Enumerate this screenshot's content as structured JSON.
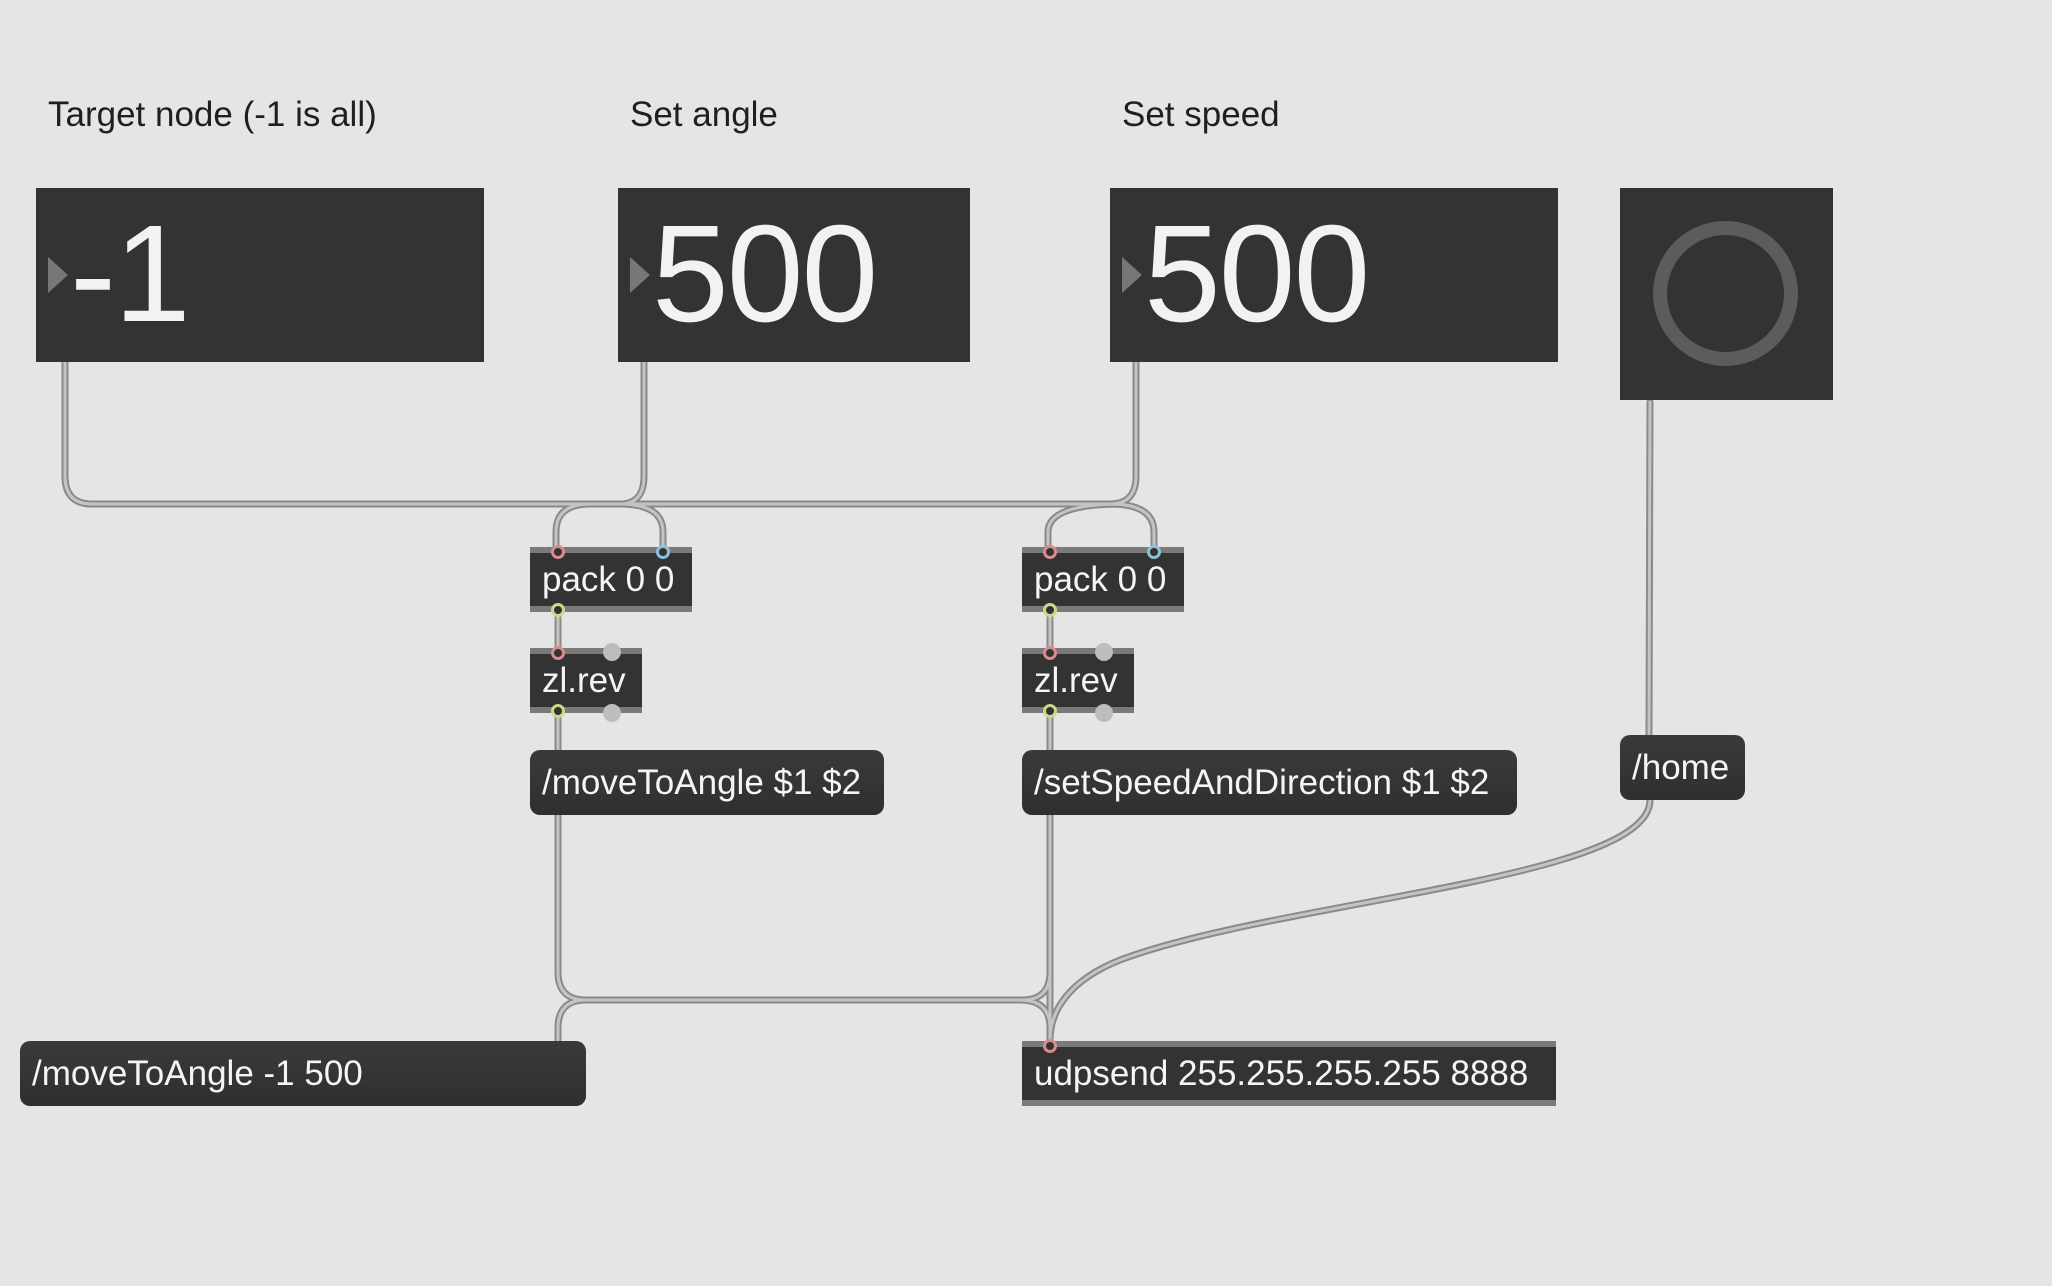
{
  "patcher": {
    "comments": {
      "target_node": "Target node (-1 is all)",
      "set_angle": "Set angle",
      "set_speed": "Set speed"
    },
    "number_boxes": {
      "target": "-1",
      "angle": "500",
      "speed": "500"
    },
    "objects": {
      "pack_angle": "pack 0 0",
      "pack_speed": "pack 0 0",
      "zlrev_angle": "zl.rev",
      "zlrev_speed": "zl.rev",
      "udpsend": "udpsend 255.255.255.255 8888"
    },
    "messages": {
      "move_to_angle": "/moveToAngle $1 $2",
      "set_speed_direction": "/setSpeedAndDirection $1 $2",
      "home": "/home",
      "last_message": "/moveToAngle -1 500"
    }
  },
  "icons": {
    "number_triangle": "play-triangle-icon",
    "bang_button": "bang-circle-icon"
  },
  "colors": {
    "canvas": "#e5e5e5",
    "object_bg": "#333333",
    "patch_cord": "#a8a8a8",
    "text_dark": "#1f1f1f",
    "text_light": "#f5f5f5"
  }
}
